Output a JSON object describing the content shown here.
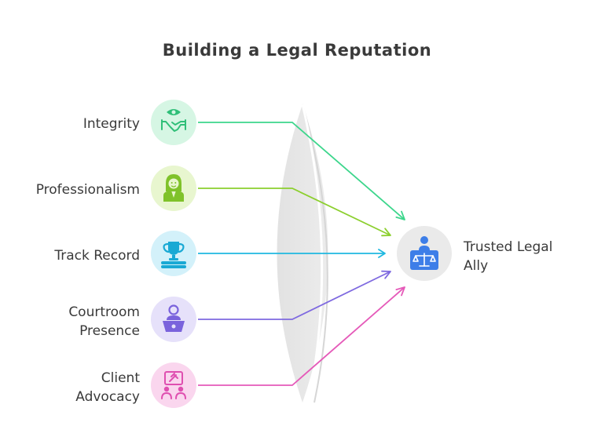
{
  "title": "Building a Legal Reputation",
  "factors": [
    {
      "label": "Integrity",
      "icon": "handshake-eye-icon",
      "color": "#3dd68c",
      "bg": "#d6f6e4"
    },
    {
      "label": "Professionalism",
      "icon": "lawyer-icon",
      "color": "#8ccf2e",
      "bg": "#e8f6cf"
    },
    {
      "label": "Track Record",
      "icon": "trophy-icon",
      "color": "#1fb8e0",
      "bg": "#d3f1fa"
    },
    {
      "label": "Courtroom\nPresence",
      "icon": "speaker-podium-icon",
      "color": "#7f6ae0",
      "bg": "#e6e1fa"
    },
    {
      "label": "Client\nAdvocacy",
      "icon": "client-meeting-icon",
      "color": "#e55ab9",
      "bg": "#fad6ee"
    }
  ],
  "outcome": {
    "label": "Trusted Legal\nAlly",
    "icon": "justice-scales-icon",
    "color": "#3d7ee8",
    "bg": "#eaeaea"
  }
}
